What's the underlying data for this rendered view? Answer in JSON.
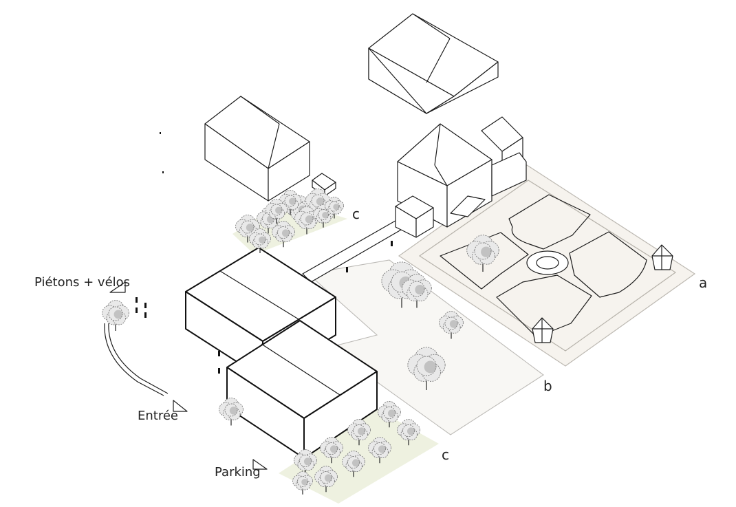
{
  "labels": {
    "a": "a",
    "b": "b",
    "c_top": "c",
    "c_bottom": "c",
    "pedestrians": "Piétons + vélos",
    "entrance": "Entrée",
    "parking": "Parking"
  },
  "icons": [
    "direction-arrow-icon",
    "tree-icon",
    "person-icon",
    "gazebo-icon"
  ],
  "colors": {
    "line": "#1b1b1b",
    "garden_pad": "#f6f3ee",
    "green_area": "#eef1e0",
    "tree_foliage": "#7a7a7a"
  }
}
